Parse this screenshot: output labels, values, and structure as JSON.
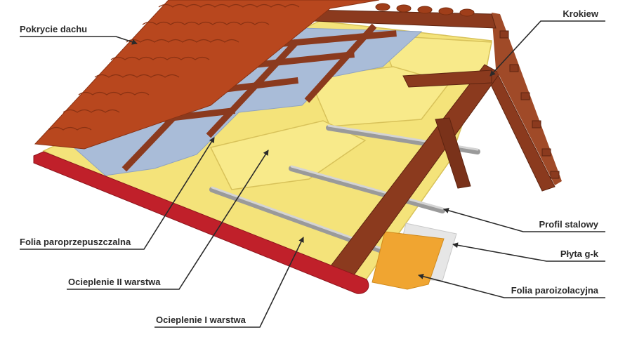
{
  "labels": {
    "roof_covering": "Pokrycie dachu",
    "rafter": "Krokiew",
    "breathable_membrane": "Folia paroprzepuszczalna",
    "steel_profile": "Profil stalowy",
    "plasterboard": "Płyta g-k",
    "insulation_layer_2": "Ocieplenie II warstwa",
    "vapor_barrier": "Folia paroizolacyjna",
    "insulation_layer_1": "Ocieplenie I warstwa"
  },
  "colors": {
    "tile": "#b8471e",
    "tile_dark": "#8a3213",
    "wood": "#8b3a1e",
    "wood_dark": "#5e2410",
    "membrane": "#a9bcd8",
    "insulation": "#f4e37a",
    "insulation_edge": "#d8c25a",
    "steel": "#a8a8a8",
    "vapor": "#f0a531",
    "plasterboard": "#e6e6e6",
    "gutter": "#c0202a",
    "leader": "#2a2a2a"
  }
}
